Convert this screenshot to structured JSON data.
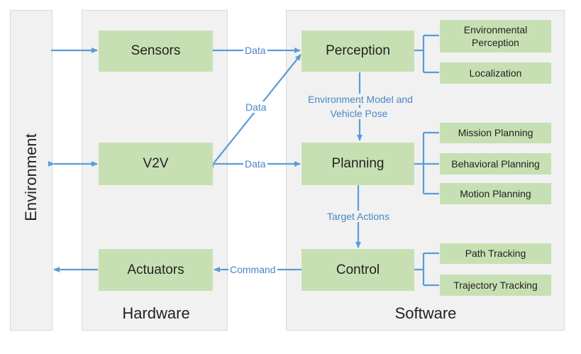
{
  "environment": {
    "label": "Environment"
  },
  "hardware": {
    "label": "Hardware",
    "sensors": "Sensors",
    "v2v": "V2V",
    "actuators": "Actuators"
  },
  "software": {
    "label": "Software",
    "perception": "Perception",
    "planning": "Planning",
    "control": "Control",
    "perception_sub": [
      "Environmental Perception",
      "Localization"
    ],
    "planning_sub": [
      "Mission Planning",
      "Behavioral Planning",
      "Motion Planning"
    ],
    "control_sub": [
      "Path Tracking",
      "Trajectory Tracking"
    ]
  },
  "connections": {
    "sensors_to_perception": "Data",
    "v2v_perception": "Data",
    "v2v_planning": "Data",
    "perception_to_planning": "Environment Model and Vehicle Pose",
    "planning_to_control": "Target Actions",
    "control_to_actuators": "Command"
  },
  "colors": {
    "box_fill": "#c7e0b3",
    "panel_fill": "#f1f1f1",
    "arrow": "#5b9bd5",
    "label_blue": "#4a86c5"
  }
}
